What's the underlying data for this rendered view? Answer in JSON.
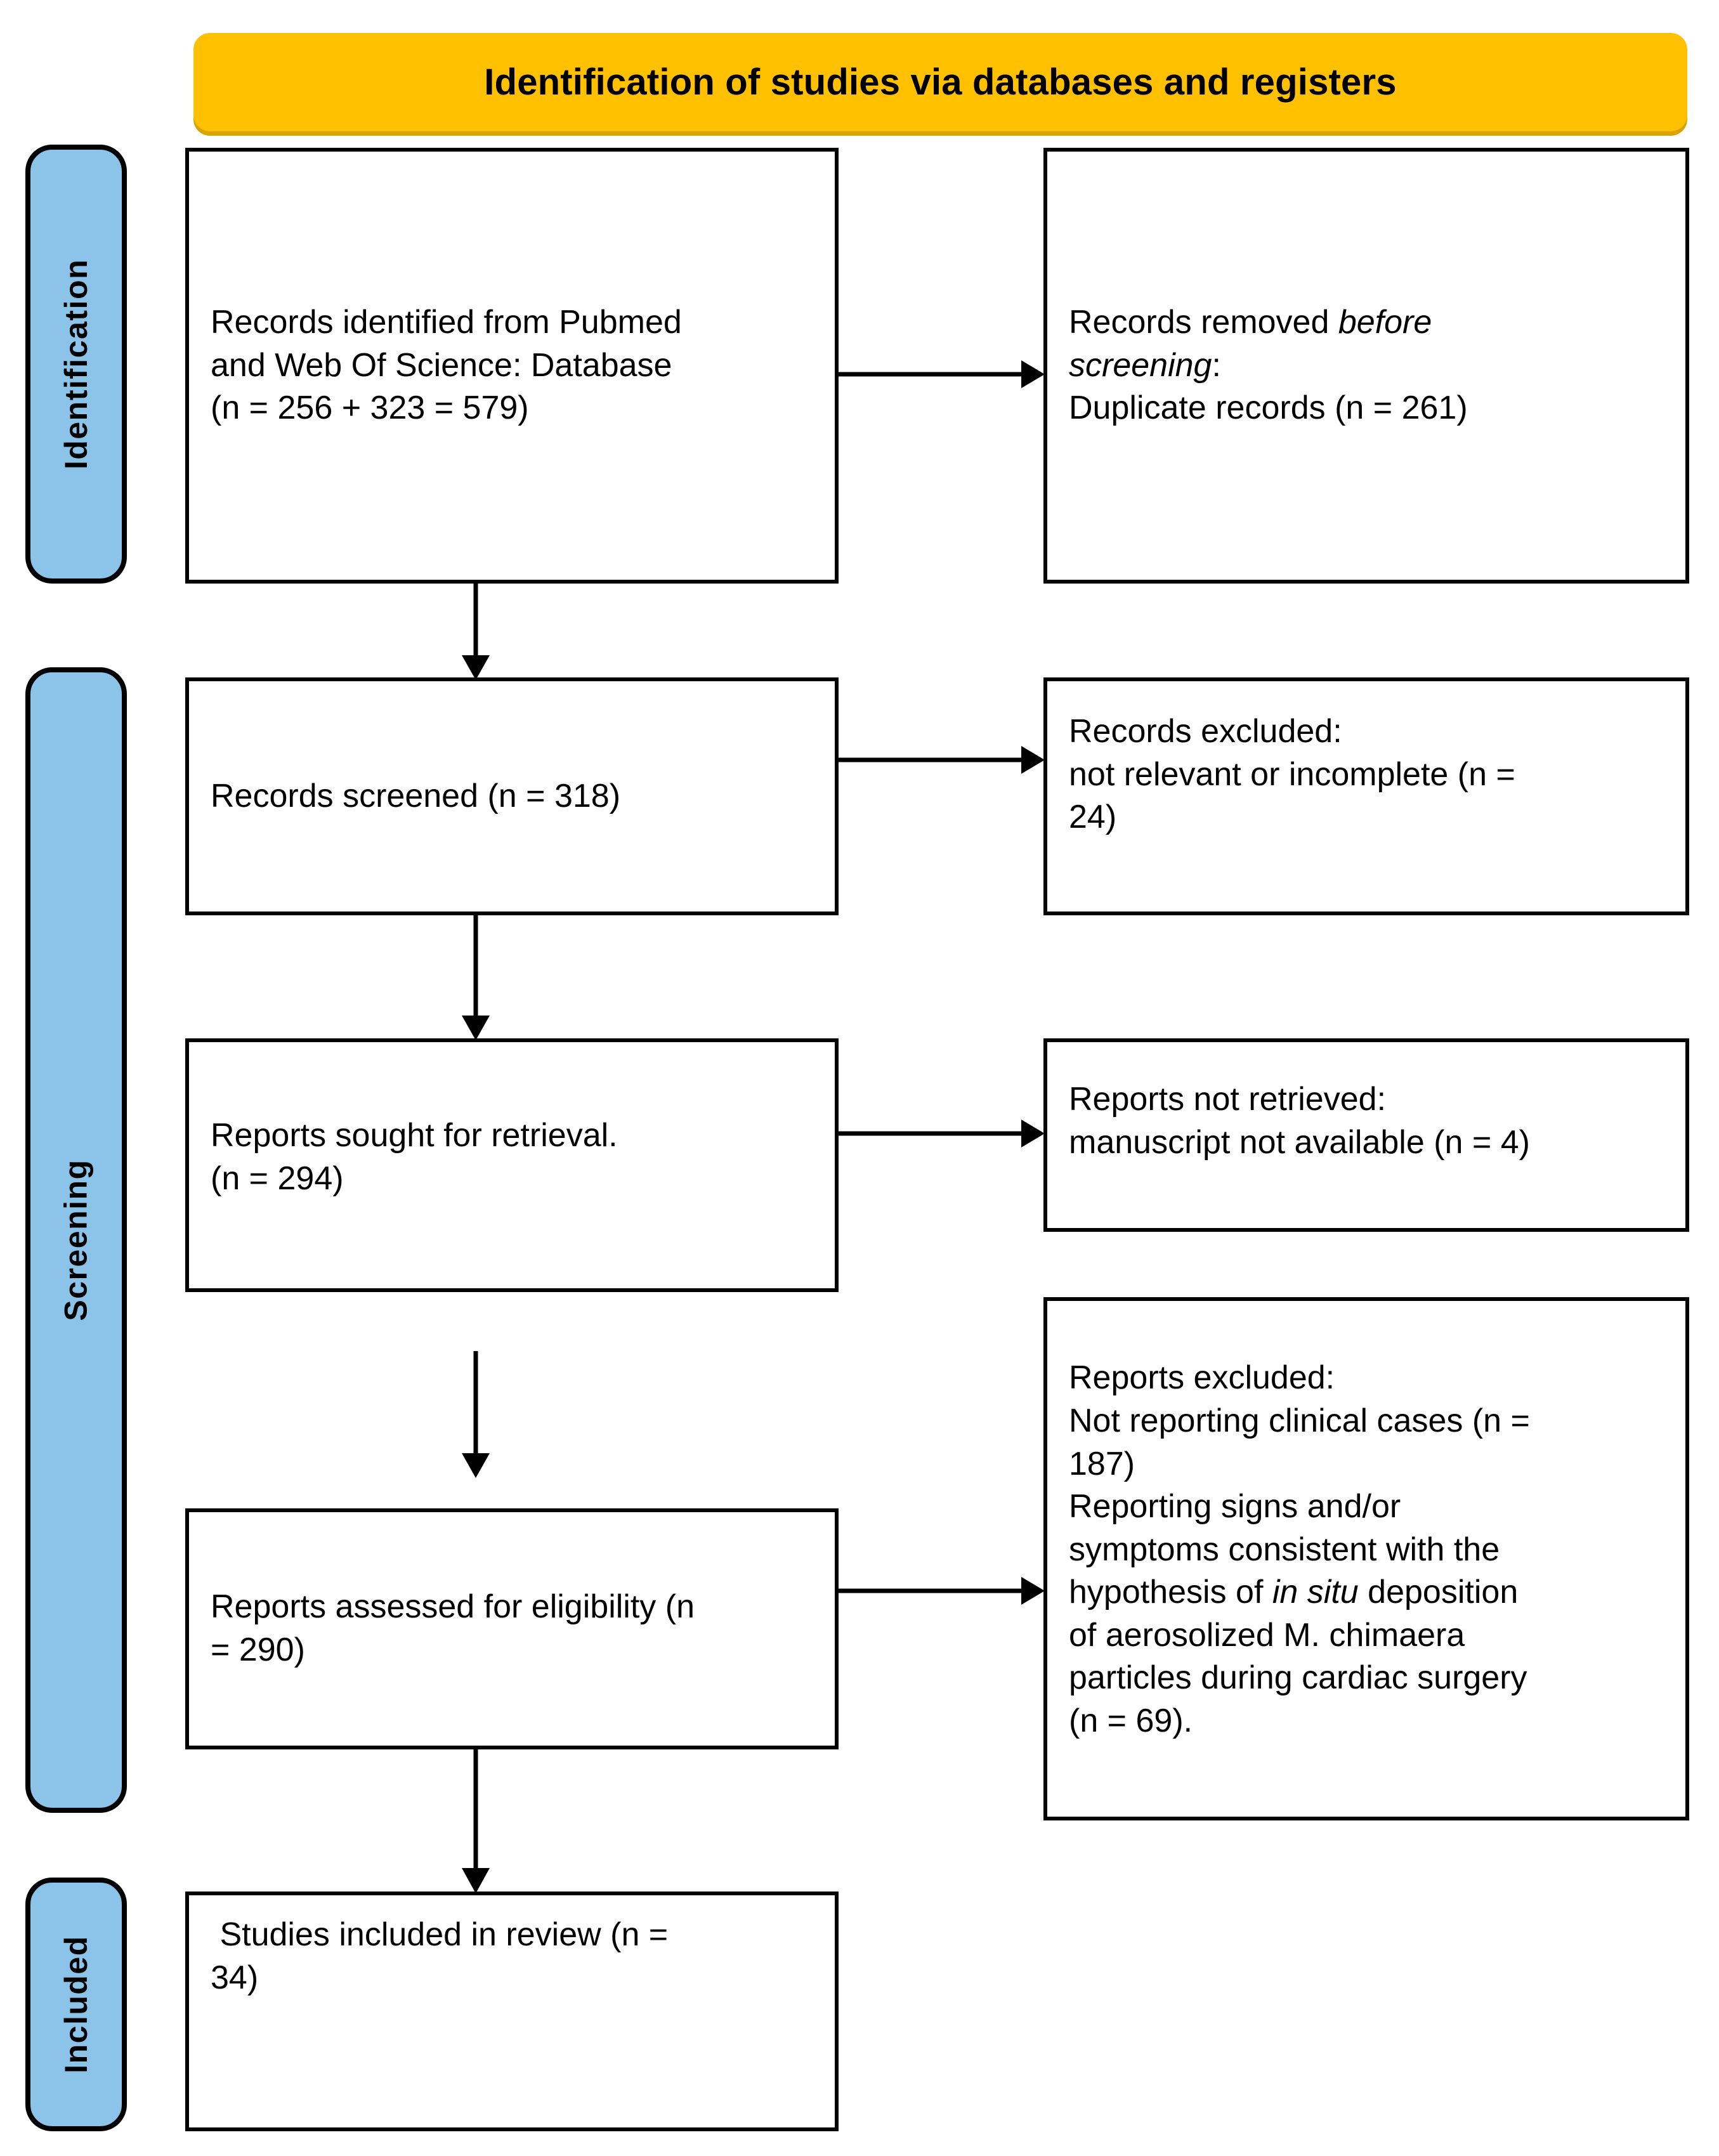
{
  "banner": {
    "title": "Identification of studies via databases and registers",
    "color": "#FFC000"
  },
  "stages": [
    {
      "key": "identification",
      "label": "Identification",
      "color": "#8CC4E9"
    },
    {
      "key": "screening",
      "label": "Screening",
      "color": "#8CC4E9"
    },
    {
      "key": "included",
      "label": "Included",
      "color": "#8CC4E9"
    }
  ],
  "boxes": {
    "identified": {
      "line1": "Records identified from Pubmed",
      "line2": "and Web Of Science: Database",
      "line3": "(n = 256 + 323 = 579)"
    },
    "removed": {
      "line1_plain": "Records removed ",
      "line1_italic": "before",
      "line2_italic": "screening",
      "line2_plain": ":",
      "line3": "Duplicate records (n = 261)"
    },
    "screened": {
      "line1": "Records screened (n = 318)"
    },
    "records_excluded": {
      "line1": "Records excluded:",
      "line2": "not relevant or incomplete (n =",
      "line3": "24)"
    },
    "sought": {
      "line1": "Reports sought for retrieval.",
      "line2": "(n = 294)"
    },
    "not_retrieved": {
      "line1": "Reports not retrieved:",
      "line2": "manuscript not available (n = 4)"
    },
    "assessed": {
      "line1": "Reports assessed for eligibility (n",
      "line2": "= 290)"
    },
    "reports_excluded": {
      "line1": "Reports excluded:",
      "line2": "Not reporting clinical cases (n =",
      "line3": "187)",
      "line4": "Reporting signs and/or",
      "line5": "symptoms consistent with the",
      "line6_a": "hypothesis of ",
      "line6_italic": "in situ",
      "line6_b": " deposition",
      "line7": "of aerosolized M. chimaera",
      "line8": "particles during cardiac surgery",
      "line9": "(n = 69)."
    },
    "included": {
      "line1": " Studies included in review (n =",
      "line2": "34)"
    }
  },
  "counts": {
    "pubmed": 256,
    "web_of_science": 323,
    "identified_total": 579,
    "duplicates_removed": 261,
    "records_screened": 318,
    "records_excluded": 24,
    "reports_sought": 294,
    "reports_not_retrieved": 4,
    "reports_assessed": 290,
    "excluded_not_clinical": 187,
    "excluded_in_situ": 69,
    "studies_included": 34
  },
  "connectors": [
    {
      "name": "identified-to-removed",
      "type": "horizontal-arrow"
    },
    {
      "name": "identified-to-screened",
      "type": "vertical-arrow"
    },
    {
      "name": "screened-to-excluded",
      "type": "horizontal-arrow"
    },
    {
      "name": "screened-to-sought",
      "type": "vertical-arrow"
    },
    {
      "name": "sought-to-notretrieved",
      "type": "horizontal-arrow"
    },
    {
      "name": "sought-to-assessed",
      "type": "vertical-arrow"
    },
    {
      "name": "assessed-to-excluded",
      "type": "horizontal-arrow"
    },
    {
      "name": "assessed-to-included",
      "type": "vertical-arrow"
    }
  ]
}
